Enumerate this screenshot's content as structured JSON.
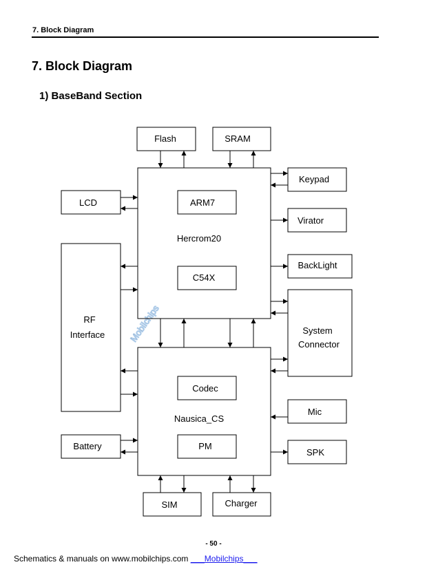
{
  "header": {
    "section": "7.  Block Diagram"
  },
  "page": {
    "title": "7. Block Diagram",
    "subtitle": "1) BaseBand Section",
    "page_number": "- 50 -"
  },
  "diagram": {
    "blocks": {
      "flash": "Flash",
      "sram": "SRAM",
      "keypad": "Keypad",
      "lcd": "LCD",
      "arm7": "ARM7",
      "virator": "Virator",
      "hercrom": "Hercrom20",
      "backlight": "BackLight",
      "c54x": "C54X",
      "rf_line1": "RF",
      "rf_line2": "Interface",
      "system_line1": "System",
      "system_line2": "Connector",
      "codec": "Codec",
      "mic": "Mic",
      "nausica": "Nausica_CS",
      "battery": "Battery",
      "pm": "PM",
      "spk": "SPK",
      "sim": "SIM",
      "charger": "Charger"
    },
    "watermark": "Mobilchips"
  },
  "footer": {
    "text": "Schematics & manuals on www.mobilchips.com",
    "link": "___Mobilchips___"
  }
}
